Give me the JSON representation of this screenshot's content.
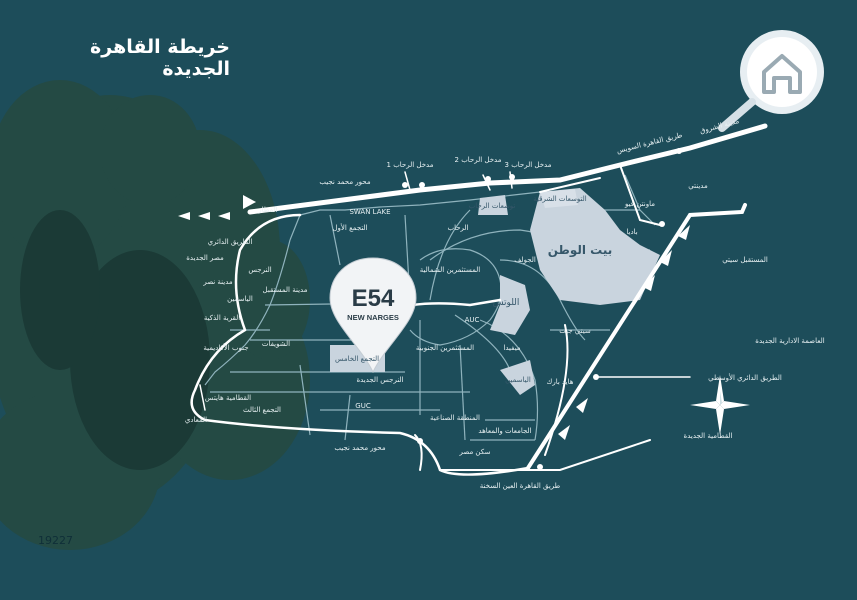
{
  "title": "خريطة القاهرة الجديدة",
  "marker": {
    "code": "E54",
    "name": "NEW NARGES"
  },
  "colors": {
    "background": "#1d4d5a",
    "road": "#ffffff",
    "district_line": "#8fb3bd",
    "highlight": "#c9d4de"
  },
  "highlight_zones": [
    {
      "label": "بيت الوطن",
      "style": "big"
    },
    {
      "label": "اللوتس",
      "style": "mid"
    },
    {
      "label": "التجمع الخامس",
      "style": "mid"
    },
    {
      "label": "الياسمين",
      "style": "small"
    },
    {
      "label": "التوسعات الشرقية",
      "style": "small"
    },
    {
      "label": "توسعات الرحاب",
      "style": "small"
    }
  ],
  "labels": [
    "محور محمد نجيب",
    "مدخل الرحاب 1",
    "مدخل الرحاب 2",
    "مدخل الرحاب 3",
    "مدينة الشروق",
    "طريق القاهرة السويس",
    "مدينتي",
    "SWAN LAKE",
    "التجمع الأول",
    "الرحاب",
    "المستثمرين الشمالية",
    "الطريق الدائري",
    "مدينة المستقبل",
    "النرجس الجديدة",
    "GUC",
    "AUC",
    "المستثمرين الجنوبية",
    "سيتي جيت",
    "هايد بارك",
    "ميفيدا",
    "التجمع الثالث",
    "المنطقة الصناعية",
    "الجامعات والمعاهد",
    "سكن مصر",
    "الجولف",
    "العاصمة الادارية الجديدة",
    "المستقبل سيتي",
    "الطريق الدائري الأوسطي",
    "القطامية الجديدة",
    "طريق القاهرة العين السخنة",
    "ماونتن فيو",
    "باديا",
    "الشويفات",
    "النرجس",
    "الياسمين",
    "القطامية هايتس",
    "المعادي",
    "مدينة نصر",
    "القرية الذكية",
    "مصر الجديدة",
    "المطار",
    "جنوب الأكاديمية"
  ],
  "icons": [
    "house-logo-icon",
    "magnifier-icon",
    "airport-icon",
    "compass-rose-icon",
    "arrow-icon"
  ],
  "footer": {
    "phone": "19227"
  }
}
